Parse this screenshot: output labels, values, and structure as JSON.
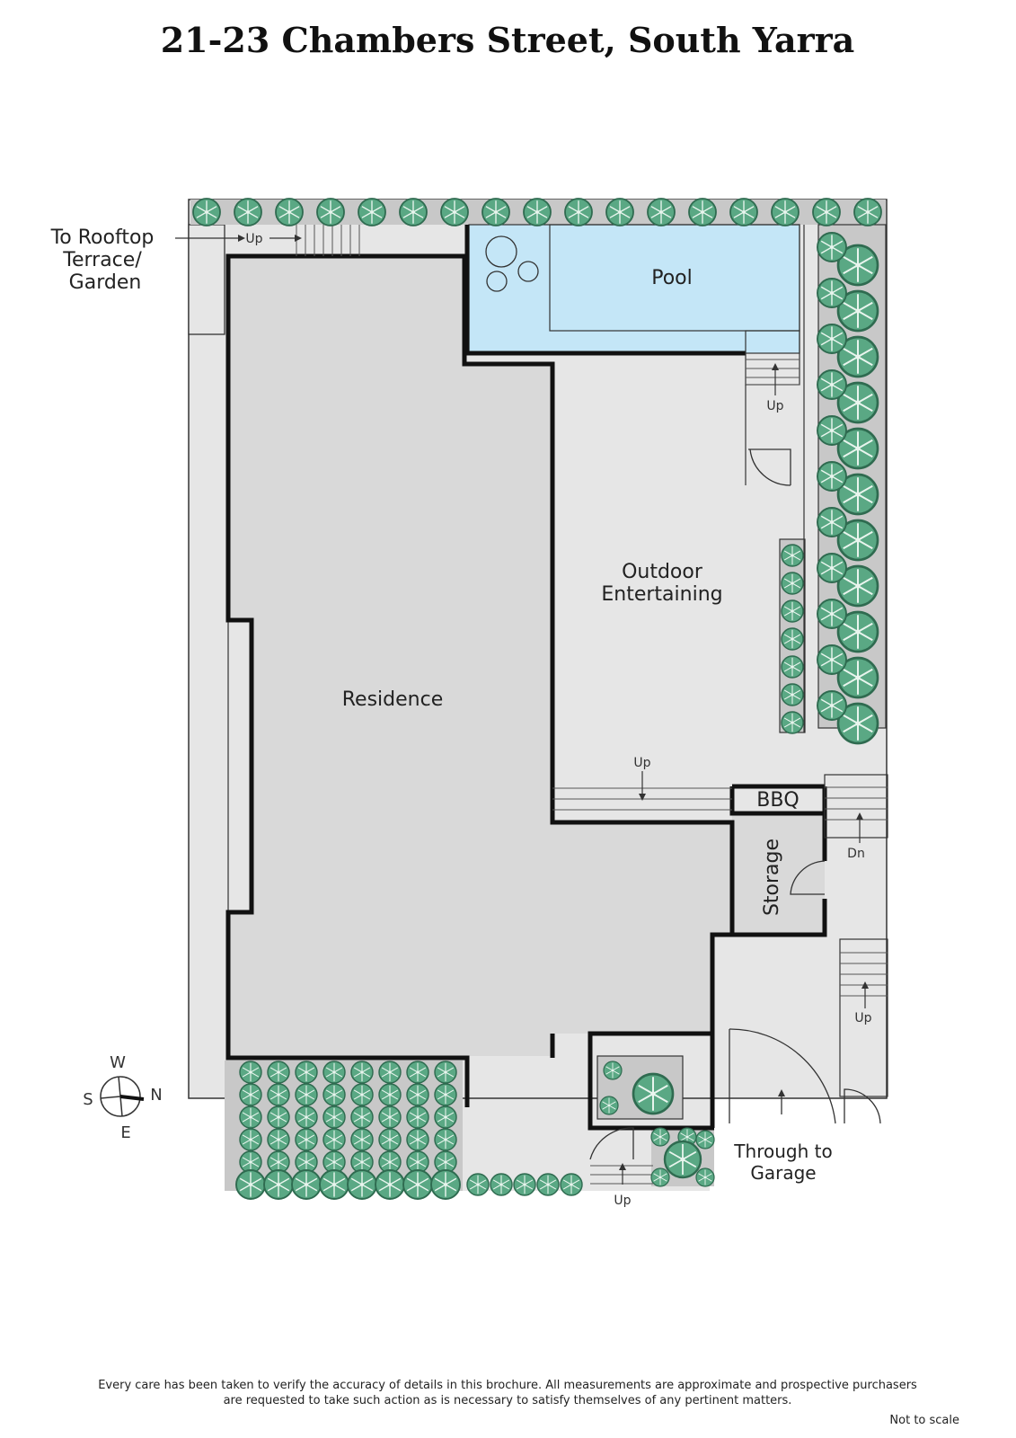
{
  "title": "21-23 Chambers Street, South Yarra",
  "rooms": {
    "pool": "Pool",
    "outdoor_line1": "Outdoor",
    "outdoor_line2": "Entertaining",
    "residence": "Residence",
    "bbq": "BBQ",
    "storage": "Storage"
  },
  "labels": {
    "rooftop_line1": "To Rooftop",
    "rooftop_line2": "Terrace/",
    "rooftop_line3": "Garden",
    "up": "Up",
    "dn": "Dn",
    "garage_line1": "Through to",
    "garage_line2": "Garage"
  },
  "compass": {
    "w": "W",
    "e": "E",
    "s": "S",
    "n": "N"
  },
  "footer": {
    "disclaimer_line1": "Every care has been taken to verify the accuracy of details in this brochure.  All measurements are approximate and prospective purchasers",
    "disclaimer_line2": "are requested to take such action as is necessary to satisfy themselves of any pertinent matters.",
    "scale": "Not to scale"
  },
  "colors": {
    "floor": "#d9d9d9",
    "outdoor": "#e6e6e6",
    "pool": "#c4e6f7",
    "wall": "#111111",
    "tree": "#5aa884",
    "planter": "#c8c8c8"
  }
}
